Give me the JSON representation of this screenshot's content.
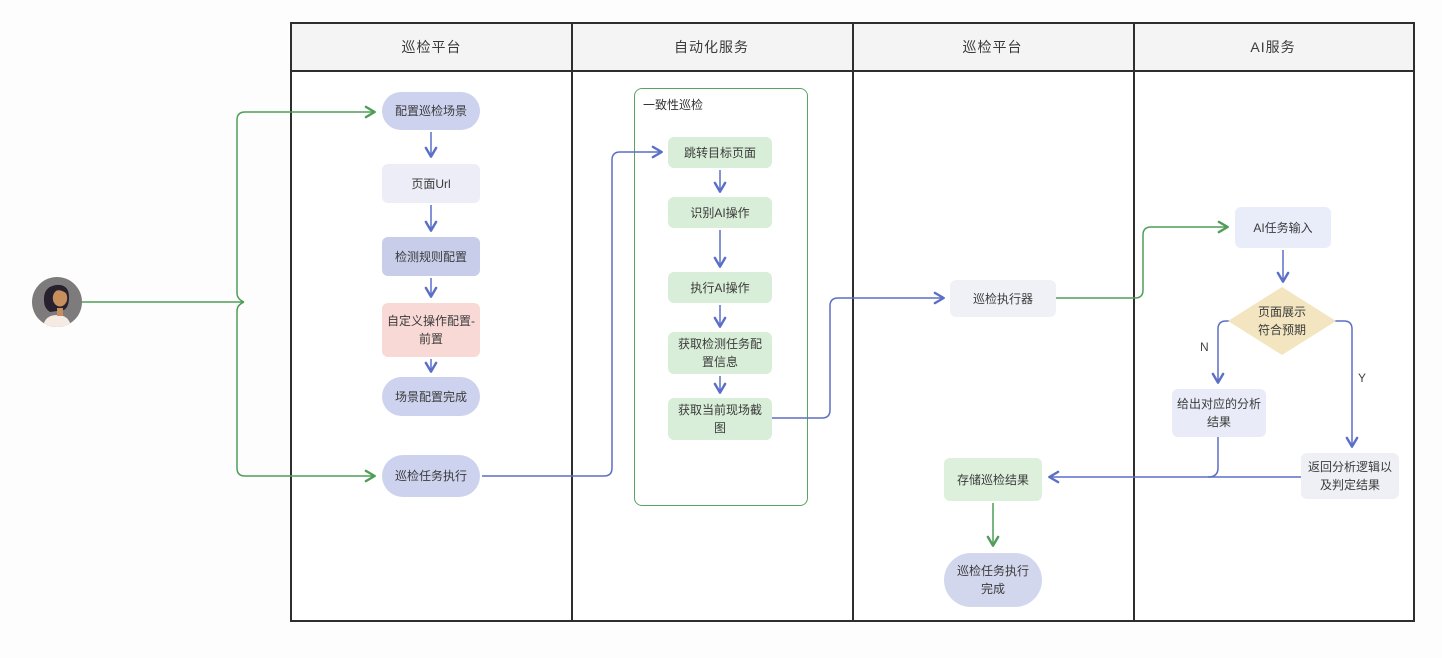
{
  "lanes": [
    {
      "title": "巡检平台"
    },
    {
      "title": "自动化服务"
    },
    {
      "title": "巡检平台"
    },
    {
      "title": "AI服务"
    }
  ],
  "group": {
    "label": "一致性巡检"
  },
  "nodes": {
    "configure_scene": "配置巡检场景",
    "page_url": "页面Url",
    "detection_rule_config": "检测规则配置",
    "custom_op_config": "自定义操作配置-\n前置",
    "scene_config_done": "场景配置完成",
    "inspection_task_exec": "巡检任务执行",
    "jump_target_page": "跳转目标页面",
    "recognize_ai_op": "识别AI操作",
    "execute_ai_op": "执行AI操作",
    "get_task_config": "获取检测任务配\n置信息",
    "get_screenshot": "获取当前现场截\n图",
    "inspection_executor": "巡检执行器",
    "store_result": "存储巡检结果",
    "task_complete": "巡检任务执行\n完成",
    "ai_task_input": "AI任务输入",
    "decision_page_expectation": "页面展示\n符合预期",
    "analysis_result": "给出对应的分析\n结果",
    "return_logic": "返回分析逻辑以\n及判定结果"
  },
  "branch_labels": {
    "no": "N",
    "yes": "Y"
  },
  "colors": {
    "edge_blue": "#5b6fc7",
    "edge_green": "#4f9e58",
    "lane_border": "#2e2e2e",
    "header_bg": "#f4f4f4",
    "node_lavender": "#cdd2ee",
    "node_lavender_light": "#ecedf7",
    "node_pink": "#f8d9d5",
    "node_green": "#d8eed8",
    "node_green_light": "#dcf0dc",
    "node_gray": "#eff1f6",
    "node_blue_light": "#e9edf9",
    "diamond_yellow": "#f2e5bf",
    "group_border": "#5ba363"
  }
}
